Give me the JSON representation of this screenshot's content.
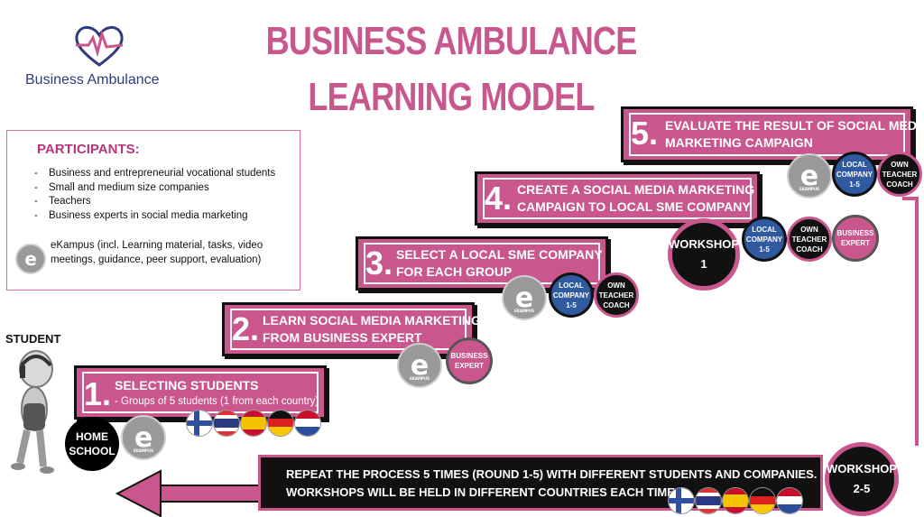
{
  "logo": {
    "name": "Business Ambulance"
  },
  "title": {
    "line1": "BUSINESS AMBULANCE",
    "line2": "LEARNING MODEL"
  },
  "participants": {
    "heading": "PARTICIPANTS:",
    "items": [
      "Business and entrepreneurial vocational students",
      "Small and medium size companies",
      "Teachers",
      "Business experts in social media marketing"
    ],
    "ekampus_text": "eKampus (incl. Learning material, tasks, video meetings, guidance, peer support, evaluation)"
  },
  "student_label": "STUDENT",
  "steps": [
    {
      "num": "1.",
      "line1": "SELECTING STUDENTS",
      "line2": "- Groups of 5 students (1 from each country)"
    },
    {
      "num": "2.",
      "line1": "LEARN SOCIAL MEDIA MARKETING",
      "line2": "FROM BUSINESS EXPERT"
    },
    {
      "num": "3.",
      "line1": "SELECT A LOCAL SME COMPANY",
      "line2": "FOR EACH GROUP"
    },
    {
      "num": "4.",
      "line1": "CREATE A SOCIAL MEDIA MARKETING",
      "line2": "CAMPAIGN TO LOCAL SME COMPANY"
    },
    {
      "num": "5.",
      "line1": "EVALUATE THE RESULT OF SOCIAL MEDIA",
      "line2": "MARKETING CAMPAIGN"
    }
  ],
  "circles": {
    "home_school": {
      "line1": "HOME",
      "line2": "SCHOOL"
    },
    "ekampus": "e",
    "ekampus_small": "EKAMPUS",
    "business_expert": {
      "line1": "BUSINESS",
      "line2": "EXPERT"
    },
    "local_company": {
      "line1": "LOCAL",
      "line2": "COMPANY",
      "line3": "1-5"
    },
    "own_teacher": {
      "line1": "OWN",
      "line2": "TEACHER",
      "line3": "COACH"
    },
    "workshop1": {
      "line1": "WORKSHOP",
      "line2": "1"
    },
    "workshop25": {
      "line1": "WORKSHOP",
      "line2": "2-5"
    }
  },
  "repeat": {
    "line1": "REPEAT THE PROCESS 5 TIMES (ROUND 1-5) WITH DIFFERENT STUDENTS AND COMPANIES.",
    "line2": "WORKSHOPS WILL BE HELD IN DIFFERENT COUNTRIES EACH TIME"
  },
  "colors": {
    "accent": "#c9578e",
    "dark": "#111111",
    "navy": "#2f5aa0"
  },
  "flags": [
    "finland-flag",
    "thailand-flag",
    "spain-flag",
    "germany-flag",
    "netherlands-flag"
  ]
}
